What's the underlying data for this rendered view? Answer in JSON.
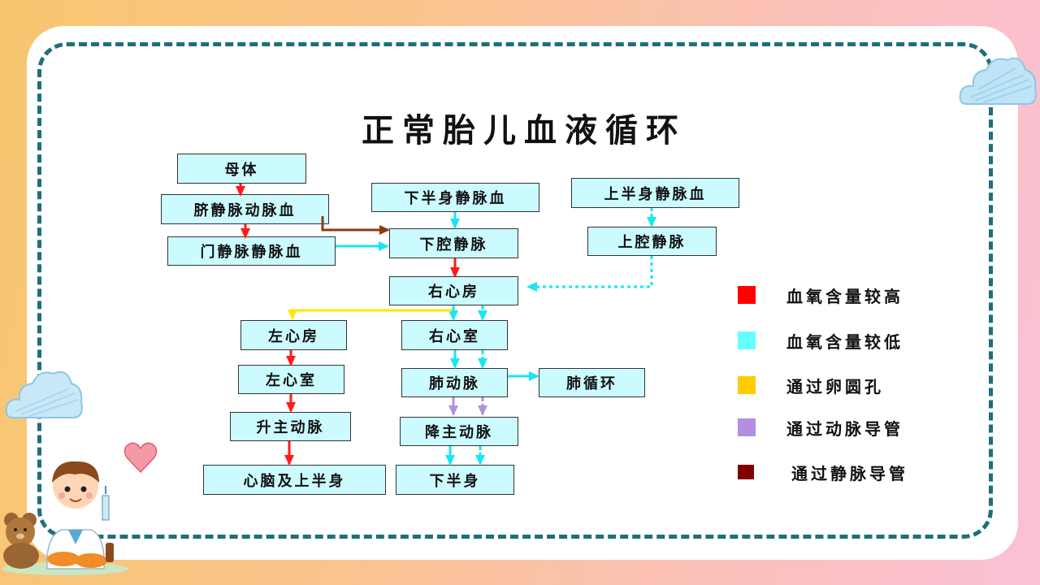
{
  "title": "正常胎儿血液循环",
  "nodes": {
    "mother": "母体",
    "umbilical": "脐静脉动脉血",
    "portal": "门静脉静脉血",
    "lower_body_vein": "下半身静脉血",
    "upper_body_vein": "上半身静脉血",
    "ivc": "下腔静脉",
    "svc": "上腔静脉",
    "right_atrium": "右心房",
    "left_atrium": "左心房",
    "right_ventricle": "右心室",
    "left_ventricle": "左心室",
    "pulmonary_artery": "肺动脉",
    "pulmonary_circulation": "肺循环",
    "ascending_aorta": "升主动脉",
    "descending_aorta": "降主动脉",
    "heart_brain_upper": "心脑及上半身",
    "lower_body": "下半身"
  },
  "legend": [
    {
      "label": "血氧含量较高",
      "color": "#ff0000"
    },
    {
      "label": "血氧含量较低",
      "color": "#66ffff"
    },
    {
      "label": "通过卵圆孔",
      "color": "#ffcc00"
    },
    {
      "label": "通过动脉导管",
      "color": "#b38fe0"
    },
    {
      "label": "通过静脉导管",
      "color": "#800000"
    }
  ],
  "colors": {
    "high_oxygen": "#ff1a1a",
    "low_oxygen": "#19e6f0",
    "foramen_ovale": "#ffe600",
    "ductus_arteriosus": "#b38fe0",
    "ductus_venosus": "#8b3a14",
    "border": "#1e6f7a",
    "box_fill": "#ccfbff"
  }
}
